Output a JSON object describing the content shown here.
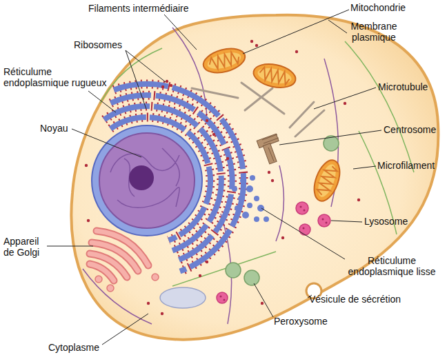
{
  "diagram": {
    "labels": [
      "Filaments intermédiaire",
      "Mitochondrie",
      "Membrane plasmique",
      "Ribosomes",
      "Réticulume endoplasmique rugueux",
      "Microtubule",
      "Noyau",
      "Centrosome",
      "Microfilament",
      "Lysosome",
      "Appareil de Golgi",
      "Réticulume endoplasmique lisse",
      "Vésicule de sécrétion",
      "Peroxysome",
      "Cytoplasme"
    ]
  }
}
